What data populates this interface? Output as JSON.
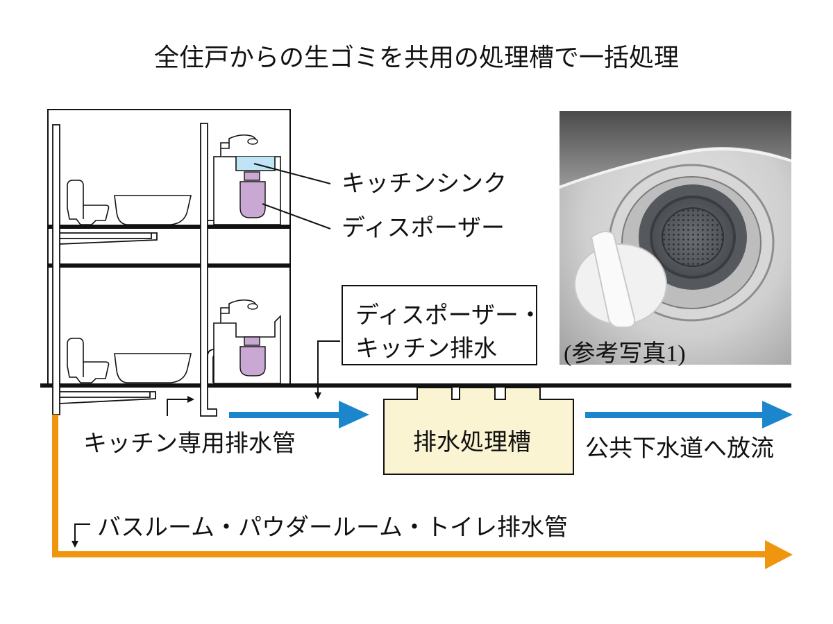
{
  "title": "全住戸からの生ゴミを共用の処理槽で一括処理",
  "labels": {
    "kitchen_sink": "キッチンシンク",
    "disposer": "ディスポーザー",
    "disposer_drain_line1": "ディスポーザー・",
    "disposer_drain_line2": "キッチン排水",
    "kitchen_pipe": "キッチン専用排水管",
    "treatment_tank": "排水処理槽",
    "public_sewer": "公共下水道へ放流",
    "bath_pipe": "バスルーム・パウダールーム・トイレ排水管"
  },
  "photo": {
    "caption": "(参考写真1)"
  },
  "colors": {
    "kitchen_flow": "#1b86cc",
    "bath_flow": "#f0960e",
    "tank_fill": "#fbf4d2",
    "sink_water": "#bfe4f6",
    "disposer_body": "#c9a9d3",
    "line": "#111111"
  },
  "icons": [
    "toilet-icon",
    "bathtub-icon",
    "faucet-icon",
    "sink-icon",
    "disposer-icon",
    "arrow-right-icon"
  ]
}
